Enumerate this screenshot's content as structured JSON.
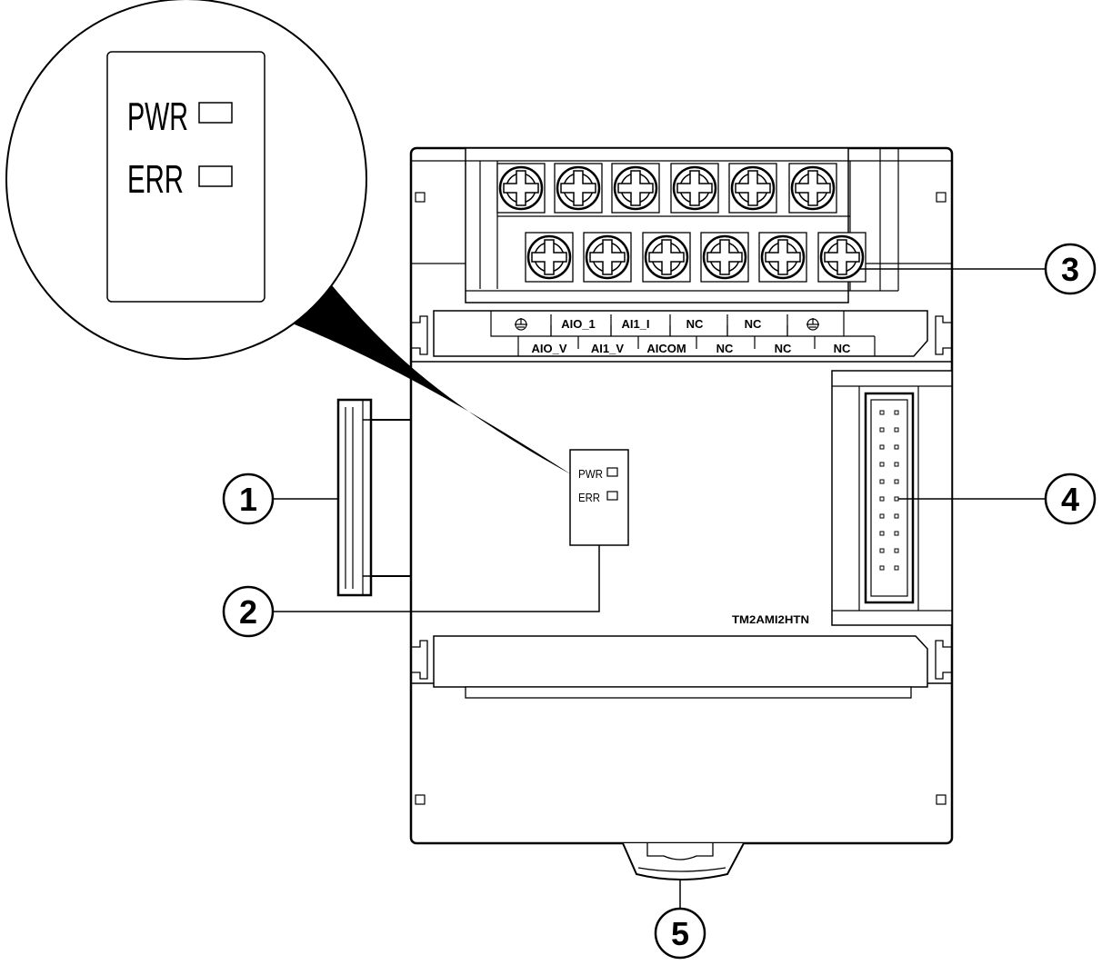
{
  "zoom": {
    "led_pwr": "PWR",
    "led_err": "ERR"
  },
  "panel": {
    "led_pwr": "PWR",
    "led_err": "ERR"
  },
  "model": "TM2AMI2HTN",
  "terminals_top": [
    "",
    "AIO_1",
    "AI1_I",
    "NC",
    "NC",
    ""
  ],
  "terminals_bottom": [
    "AIO_V",
    "AI1_V",
    "AICOM",
    "NC",
    "NC",
    "NC"
  ],
  "ground_symbol_icon": "ground-icon",
  "callouts": [
    "1",
    "2",
    "3",
    "4",
    "5"
  ]
}
